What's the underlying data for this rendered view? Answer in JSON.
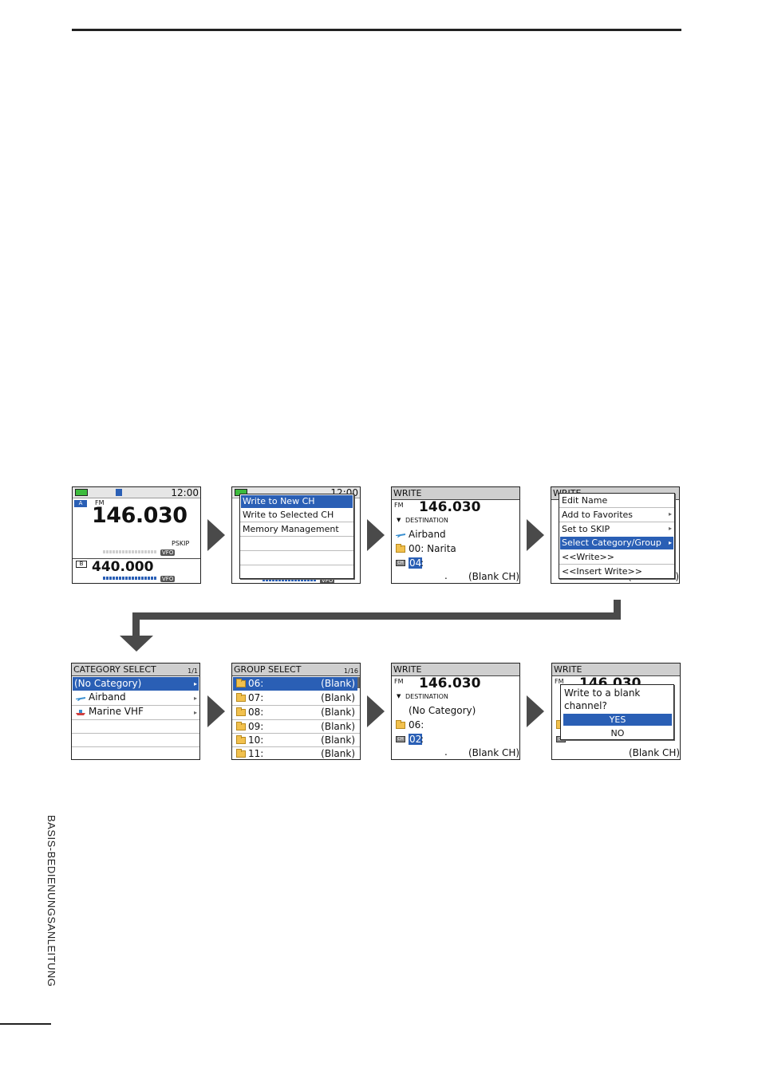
{
  "side_label": "BASIS-BEDIENUNGSANLEITUNG",
  "screen1": {
    "time": "12:00",
    "mode": "FM",
    "freq_a": "146.030",
    "pskip": "PSKIP",
    "vfo": "VFO",
    "badge_a": "A",
    "badge_b": "B",
    "freq_b": "440.000"
  },
  "screen2": {
    "time": "12:00",
    "menu": [
      "Write to New CH",
      "Write to Selected CH",
      "Memory Management"
    ],
    "vfo": "VFO"
  },
  "screen3": {
    "title": "WRITE",
    "mode": "FM",
    "freq": "146.030",
    "destination": "DESTINATION",
    "category": "Airband",
    "group": "00: Narita",
    "channel": "04",
    "blank": "(Blank CH)"
  },
  "screen4": {
    "title": "WRITE",
    "menu": [
      "Edit Name",
      "Add to Favorites",
      "Set to SKIP",
      "Select Category/Group",
      "<<Write>>",
      "<<Insert Write>>"
    ],
    "blank": "(Blank CH)"
  },
  "screen5": {
    "title": "CATEGORY SELECT",
    "page": "1/1",
    "items": [
      "(No Category)",
      "Airband",
      "Marine VHF"
    ]
  },
  "screen6": {
    "title": "GROUP SELECT",
    "page": "1/16",
    "items": [
      {
        "id": "06:",
        "status": "(Blank)"
      },
      {
        "id": "07:",
        "status": "(Blank)"
      },
      {
        "id": "08:",
        "status": "(Blank)"
      },
      {
        "id": "09:",
        "status": "(Blank)"
      },
      {
        "id": "10:",
        "status": "(Blank)"
      },
      {
        "id": "11:",
        "status": "(Blank)"
      }
    ]
  },
  "screen7": {
    "title": "WRITE",
    "mode": "FM",
    "freq": "146.030",
    "destination": "DESTINATION",
    "category": "(No Category)",
    "group": "06:",
    "channel": "02",
    "blank": "(Blank CH)"
  },
  "screen8": {
    "title": "WRITE",
    "mode": "FM",
    "freq": "146.030",
    "question": [
      "Write to a blank",
      "channel?"
    ],
    "yes": "YES",
    "no": "NO",
    "blank": "(Blank CH)"
  },
  "colors": {
    "highlight": "#2a5fb5",
    "arrow": "#4a4a4a",
    "titlebar": "#cfcfcf"
  }
}
